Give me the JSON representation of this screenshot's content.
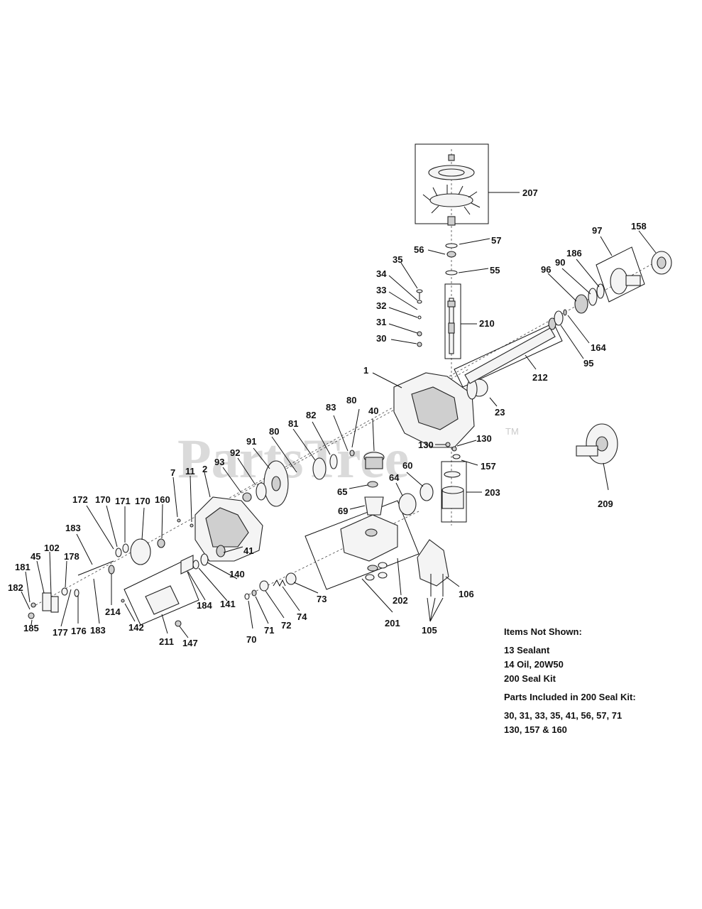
{
  "watermark": {
    "text": "PartsTree",
    "trademark": "TM"
  },
  "callouts": [
    "1",
    "2",
    "7",
    "11",
    "23",
    "30",
    "31",
    "32",
    "33",
    "34",
    "35",
    "40",
    "41",
    "45",
    "55",
    "56",
    "57",
    "60",
    "64",
    "65",
    "69",
    "70",
    "71",
    "72",
    "73",
    "74",
    "80",
    "80",
    "81",
    "82",
    "83",
    "90",
    "91",
    "92",
    "93",
    "95",
    "96",
    "97",
    "102",
    "105",
    "106",
    "130",
    "130",
    "140",
    "141",
    "142",
    "147",
    "157",
    "158",
    "160",
    "164",
    "170",
    "170",
    "171",
    "172",
    "176",
    "177",
    "178",
    "181",
    "182",
    "183",
    "183",
    "184",
    "185",
    "186",
    "201",
    "202",
    "203",
    "207",
    "209",
    "210",
    "211",
    "212",
    "214"
  ],
  "notes": {
    "heading": "Items Not Shown:",
    "items": [
      "13 Sealant",
      "14 Oil, 20W50",
      "200 Seal Kit"
    ],
    "kit_heading": "Parts Included in 200 Seal Kit:",
    "kit_lines": [
      "30, 31, 33, 35, 41, 56, 57, 71",
      "130, 157 & 160"
    ]
  }
}
